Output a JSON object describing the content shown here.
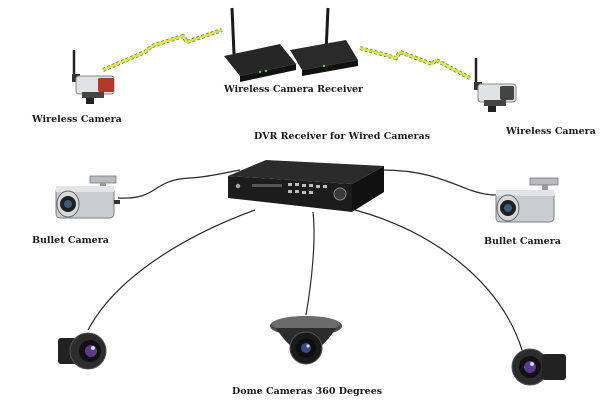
{
  "labels": {
    "wireless_camera_left": "Wireless Camera",
    "wireless_camera_receiver": "Wireless Camera Receiver",
    "wireless_camera_right": "Wireless Camera",
    "dvr_receiver": "DVR Receiver for Wired Cameras",
    "bullet_camera_left": "Bullet Camera",
    "bullet_camera_right": "Bullet Camera",
    "dome_cameras": "Dome Cameras 360 Degrees"
  },
  "colors": {
    "signal_yellow": "#f2e51a",
    "signal_blue": "#2e7fc2",
    "wire": "#2a2a2a",
    "device_dark": "#1e1e1e",
    "camera_silver": "#c9ccd0"
  }
}
